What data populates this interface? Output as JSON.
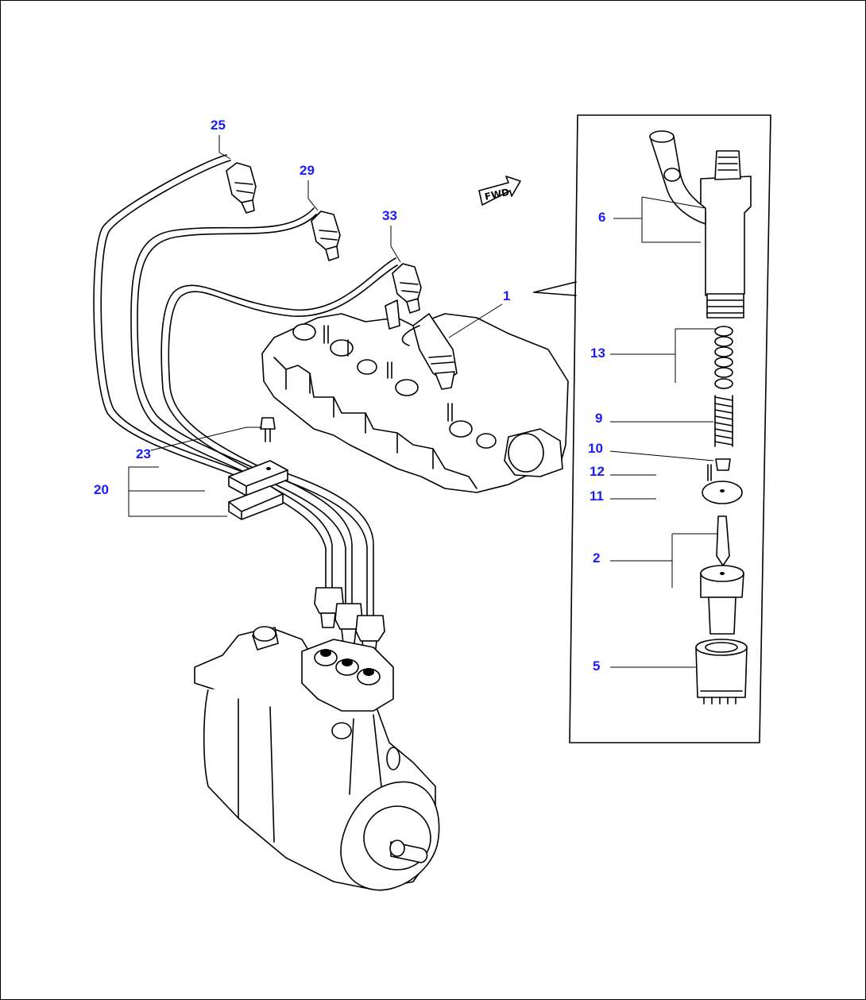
{
  "diagram": {
    "fwd_label": "FWD",
    "callouts": {
      "c25": "25",
      "c29": "29",
      "c33": "33",
      "c1": "1",
      "c6": "6",
      "c13": "13",
      "c9": "9",
      "c10": "10",
      "c12": "12",
      "c11": "11",
      "c2": "2",
      "c5": "5",
      "c23": "23",
      "c20": "20"
    },
    "colors": {
      "callout": "#1a1aff",
      "line": "#000000",
      "background": "#ffffff"
    }
  }
}
